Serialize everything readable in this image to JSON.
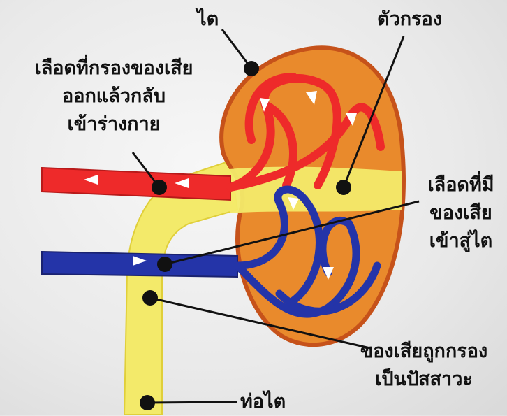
{
  "labels": {
    "kidney": "ไต",
    "nephron": "ตัวกรอง",
    "clean_blood": [
      "เลือดที่กรองของเสีย",
      "ออกแล้วกลับ",
      "เข้าร่างกาย"
    ],
    "dirty_blood": [
      "เลือดที่มี",
      "ของเสีย",
      "เข้าสู่ไต"
    ],
    "waste_filtered": [
      "ของเสียถูกกรอง",
      "เป็นปัสสาวะ"
    ],
    "ureter": "ท่อไต"
  },
  "colors": {
    "kidney_fill": "#e98a2c",
    "kidney_outline": "#c6521a",
    "artery": "#ee2a2a",
    "vein": "#2434a8",
    "urine": "#f3ea6a",
    "leader": "#111111"
  }
}
